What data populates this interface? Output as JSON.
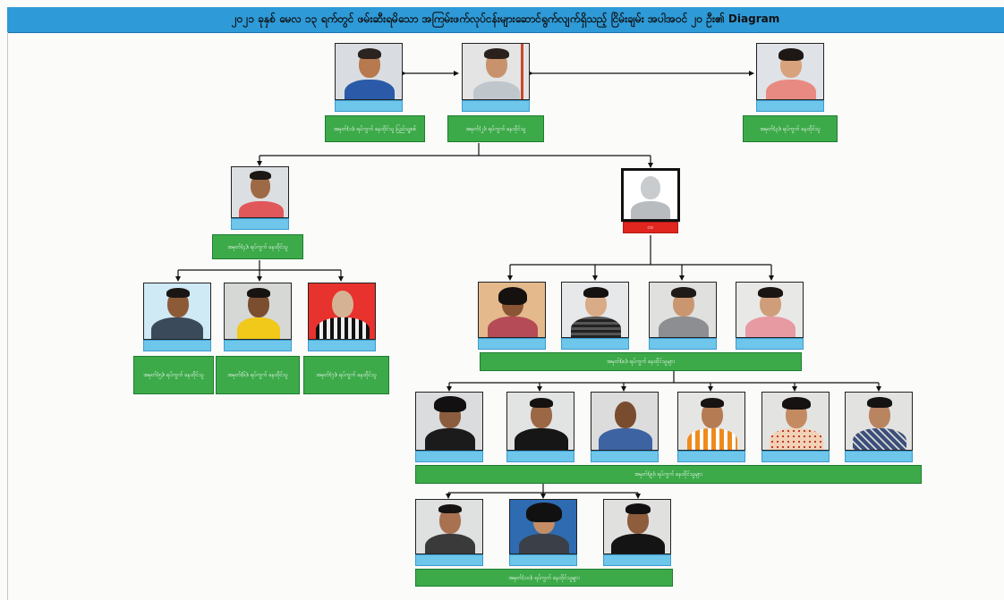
{
  "title": "၂၀၂၁ ခုနှစ် မေလ ၁၃ ရက်တွင် ဖမ်းဆီးရမိသော အကြမ်းဖက်လုပ်ငန်းများဆောင်ရွက်လျက်ရှိသည့် ငြိမ်းချမ်း အပါအဝင် ၂၀ ဦး၏ Diagram",
  "unknown_label": "ဝဝ",
  "info": {
    "a": "အမှတ်(၁)၊ ရပ်ကွက် နေထိုင်သူ ပြည်သူ့စစ်",
    "b": "အမှတ်(၂)၊ ရပ်ကွက် နေထိုင်သူ",
    "c": "အမှတ်(၃)၊ ရပ်ကွက် နေထိုင်သူ",
    "d": "အမှတ်(၄)၊ ရပ်ကွက် နေထိုင်သူ",
    "e": "အမှတ်(၅)၊ ရပ်ကွက် နေထိုင်သူ",
    "f": "အမှတ်(၆)၊ ရပ်ကွက် နေထိုင်သူ",
    "g": "အမှတ်(၇)၊ ရပ်ကွက် နေထိုင်သူ",
    "h": "အမှတ်(၈)၊ ရပ်ကွက် နေထိုင်သူများ",
    "i": "အမှတ်(၉)၊ ရပ်ကွက် နေထိုင်သူများ",
    "j": "အမှတ်(၁၀)၊ ရပ်ကွက် နေထိုင်သူများ"
  },
  "colors": {
    "title_bar": "#2e9ad8",
    "name_tag": "#6ec6ea",
    "info_box": "#3daa4a",
    "unknown_tag": "#e0261f"
  }
}
